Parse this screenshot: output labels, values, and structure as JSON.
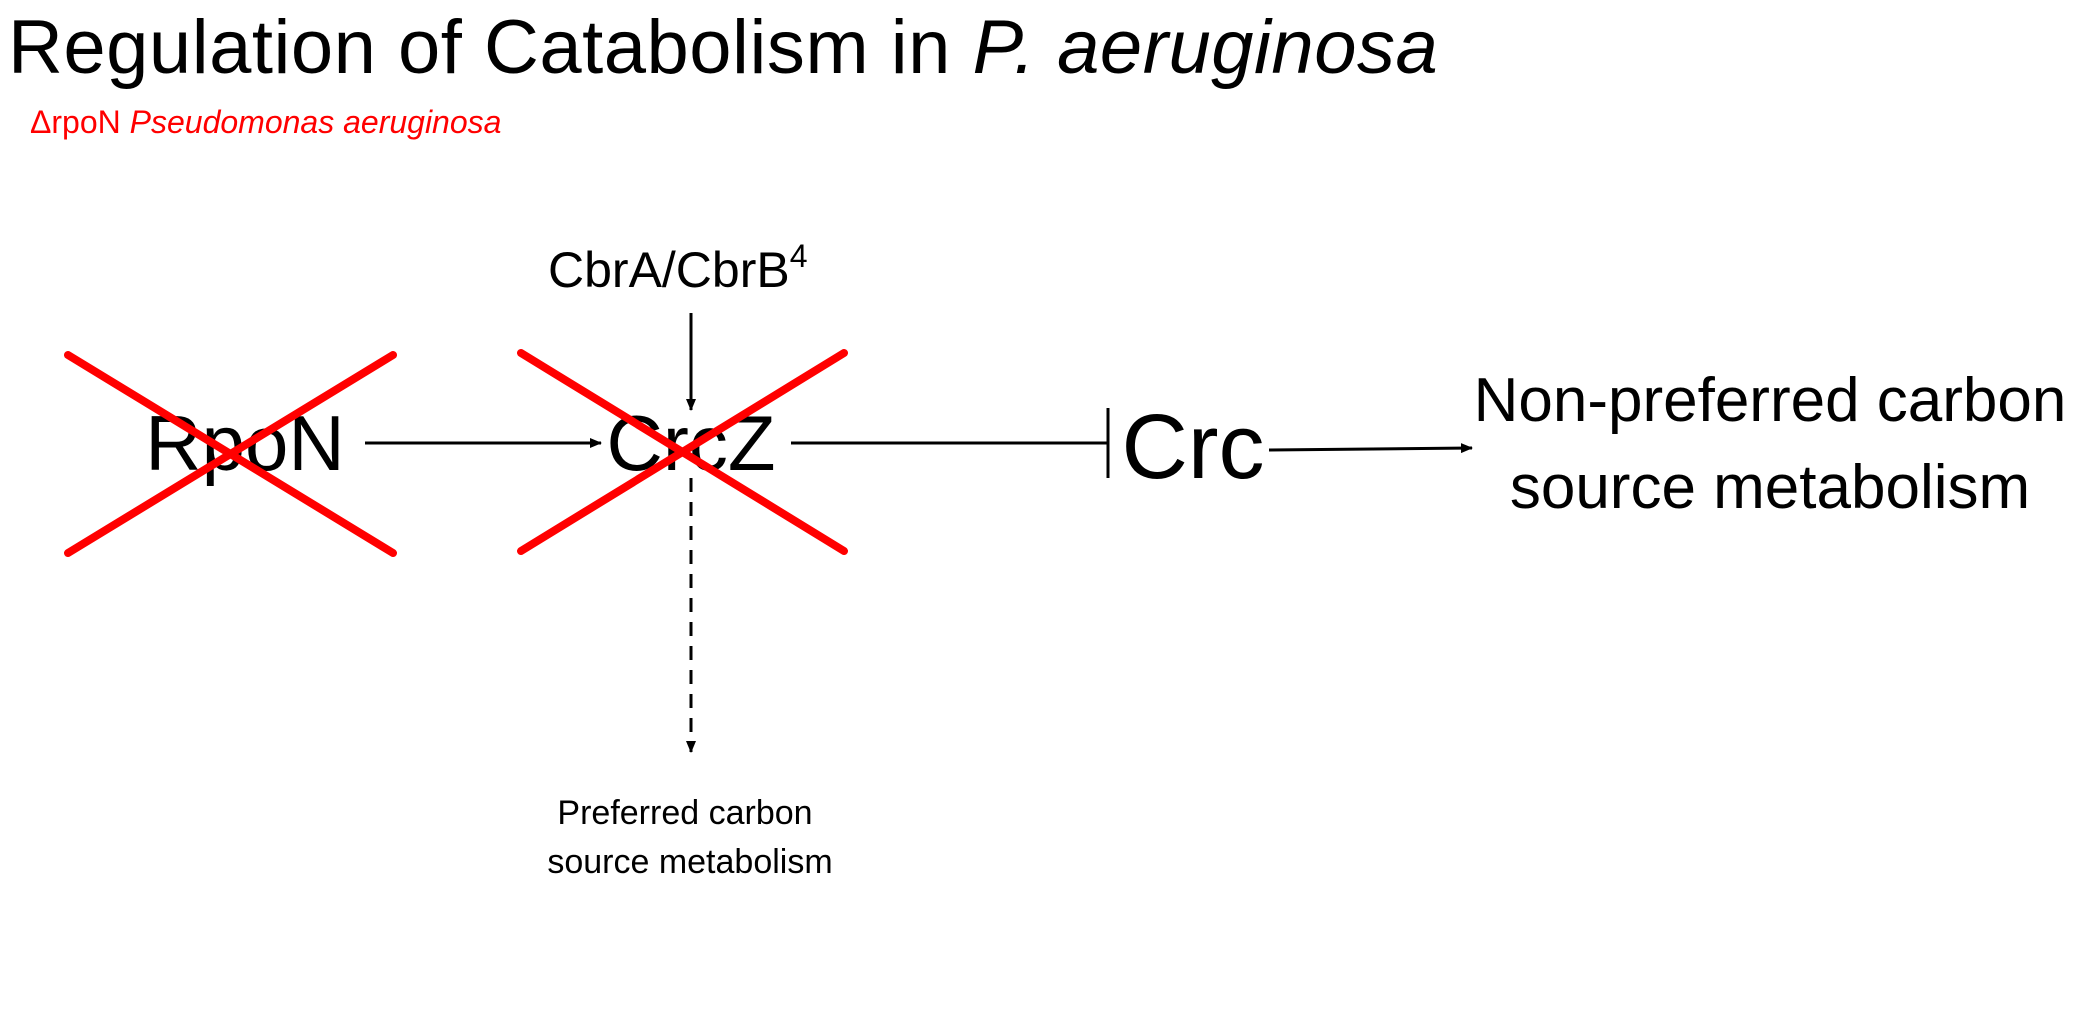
{
  "slide": {
    "title_plain": "Regulation of Catabolism in ",
    "title_italic": "P. aeruginosa",
    "subtitle_plain": "ΔrpoN ",
    "subtitle_italic": "Pseudomonas aeruginosa"
  },
  "colors": {
    "accent_red": "#ff0000",
    "text": "#000000",
    "background": "#ffffff"
  },
  "diagram": {
    "nodes": {
      "rpon": "RpoN",
      "crcz": "CrcZ",
      "crc": "Crc",
      "cbr": "CbrA/CbrB",
      "cbr_superscript": "4",
      "nonpreferred_line1": "Non-preferred carbon",
      "nonpreferred_line2": "source metabolism",
      "preferred_line1": "Preferred carbon",
      "preferred_line2": "source metabolism"
    },
    "knocked_out": [
      "RpoN",
      "CrcZ"
    ],
    "edges": [
      {
        "from": "RpoN",
        "to": "CrcZ",
        "type": "activation"
      },
      {
        "from": "CbrA/CbrB",
        "to": "CrcZ",
        "type": "activation"
      },
      {
        "from": "CrcZ",
        "to": "Crc",
        "type": "inhibition"
      },
      {
        "from": "Crc",
        "to": "Non-preferred carbon source metabolism",
        "type": "activation"
      },
      {
        "from": "CrcZ",
        "to": "Preferred carbon source metabolism",
        "type": "activation-dashed"
      }
    ]
  }
}
